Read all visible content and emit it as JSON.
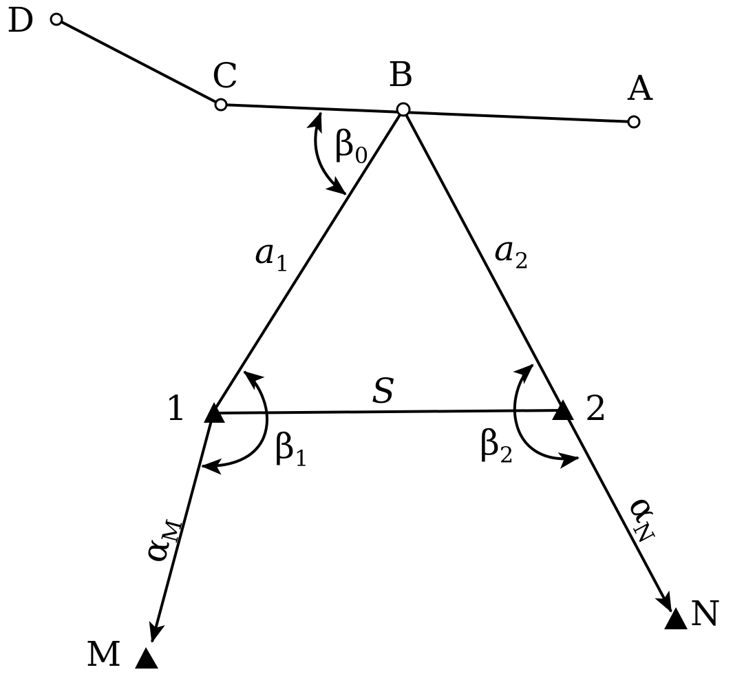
{
  "points": {
    "D": "D",
    "C": "C",
    "B": "B",
    "A": "A",
    "one": "1",
    "two": "2",
    "M": "M",
    "N": "N"
  },
  "angles": {
    "beta0": {
      "base": "β",
      "sub": "0"
    },
    "beta1": {
      "base": "β",
      "sub": "1"
    },
    "beta2": {
      "base": "β",
      "sub": "2"
    }
  },
  "sides": {
    "a1": {
      "base": "a",
      "sub": "1"
    },
    "a2": {
      "base": "a",
      "sub": "2"
    },
    "S": "S"
  },
  "azimuths": {
    "alphaM": {
      "base": "α",
      "sub": "M"
    },
    "alphaN": {
      "base": "α",
      "sub": "N"
    }
  },
  "colors": {
    "ink": "#000000",
    "background": "#ffffff"
  }
}
